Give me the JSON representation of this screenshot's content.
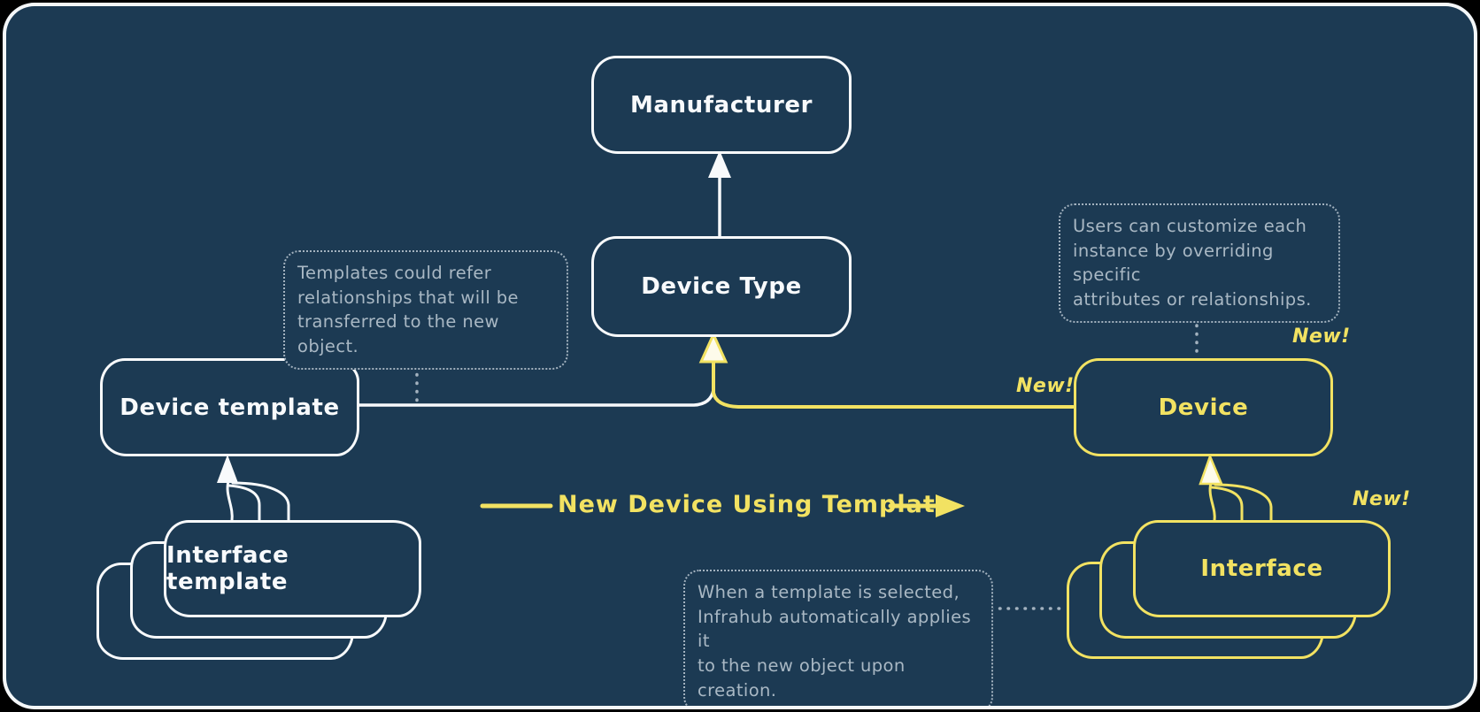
{
  "canvas": {
    "background": "#1C3A53",
    "stroke_white": "#F8FAFC",
    "accent_yellow": "#F2E262",
    "note_color": "#A9B8C4"
  },
  "nodes": {
    "manufacturer": {
      "label": "Manufacturer"
    },
    "device_type": {
      "label": "Device Type"
    },
    "device_template": {
      "label": "Device template"
    },
    "interface_template": {
      "label": "Interface template"
    },
    "device": {
      "label": "Device"
    },
    "interface": {
      "label": "Interface"
    }
  },
  "badges": {
    "new": "New!"
  },
  "flow_label": "New Device Using Template",
  "notes": {
    "templates": "Templates could refer\nrelationships that will be\ntransferred to the new object.",
    "customize": "Users can customize each\ninstance by overriding specific\nattributes or relationships.",
    "apply": "When a template is selected,\nInfrahub automatically applies it\nto the new object upon creation."
  }
}
